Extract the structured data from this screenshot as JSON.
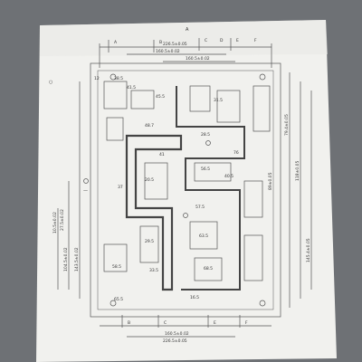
{
  "top_label": "A",
  "section_markers": {
    "top_left_a": "A",
    "top_b": "B",
    "top_c": "C",
    "top_d": "D",
    "top_e": "E",
    "top_f": "F",
    "bottom_b": "B",
    "bottom_c": "C",
    "bottom_e": "E",
    "bottom_f": "F"
  },
  "dimensions": {
    "top_overall": "226.5±0.05",
    "top_inner": "160.5±0.02",
    "top_right": "160.5±0.02",
    "bottom_overall": "226.5±0.05",
    "bottom_inner": "160.5±0.02",
    "right_upper": "79.4±0.05",
    "right_mid": "118±0.05",
    "right_mid2": "89±0.05",
    "right_lower": "145.4±0.05",
    "left_mid": "143.5±0.02",
    "left_lower": "104.5±0.02",
    "left_label_1": "27.5±0.02",
    "left_label_2": "10.5±0.02",
    "small_1": "12",
    "small_2": "38.5",
    "small_3": "41.5",
    "small_4": "45.5",
    "small_5": "48.7",
    "small_6": "41",
    "small_7": "20.5",
    "small_8": "28.5",
    "small_9": "31.5",
    "small_10": "56.5",
    "small_11": "57.5",
    "small_12": "37",
    "small_13": "63.5",
    "small_14": "68.5",
    "small_15": "29.5",
    "small_16": "33.5",
    "small_17": "58.5",
    "small_18": "65.5",
    "small_19": "16.5",
    "small_20": "40.5",
    "small_21": "76"
  },
  "markers": {
    "left_dash": "—",
    "left_circle": "○"
  }
}
